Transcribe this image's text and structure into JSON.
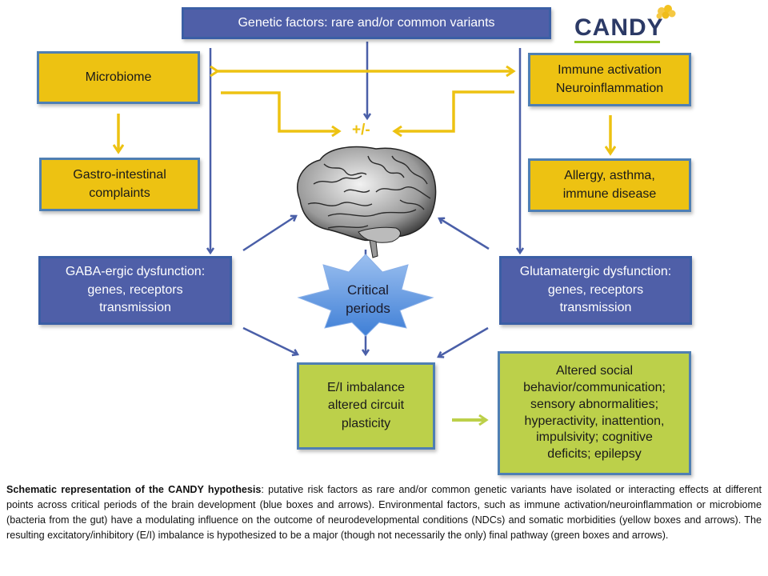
{
  "logo": {
    "text": "CANDY",
    "icon": "brain-cluster-icon"
  },
  "boxes": {
    "genetic": "Genetic factors: rare and/or common variants",
    "microbiome": "Microbiome",
    "immune": "Immune activation\nNeuroinflammation",
    "gastro": "Gastro-intestinal\ncomplaints",
    "allergy": "Allergy, asthma,\nimmune disease",
    "gaba": "GABA-ergic dysfunction:\ngenes, receptors\ntransmission",
    "glutamatergic": "Glutamatergic dysfunction:\ngenes, receptors\ntransmission",
    "ei_imbalance": "E/I imbalance\naltered circuit\nplasticity",
    "outcomes": "Altered social\nbehavior/communication;\nsensory abnormalities;\nhyperactivity, inattention,\nimpulsivity; cognitive\ndeficits; epilepsy"
  },
  "modulation_label": "+/-",
  "critical_periods": "Critical\nperiods",
  "brain_icon": "brain-icon",
  "caption": {
    "title": "Schematic representation of the CANDY hypothesis",
    "body": ": putative risk factors as rare and/or common genetic variants have isolated or interacting effects at different points across critical periods of the brain development (blue boxes and arrows). Environmental factors, such as immune activation/neuroinflammation or microbiome (bacteria from the gut) have a modulating influence on the outcome of neurodevelopmental conditions (NDCs) and somatic morbidities (yellow boxes and arrows). The resulting excitatory/inhibitory (E/I) imbalance is hypothesized to be a major (though not necessarily the only) final pathway (green boxes and arrows)."
  },
  "colors": {
    "blue": "#4f5fa8",
    "yellow": "#edc212",
    "green": "#bcd04a",
    "arrow_blue": "#4a5fa8",
    "arrow_yellow": "#edc212",
    "arrow_green": "#bcd04a",
    "star": "#6a9be0"
  }
}
